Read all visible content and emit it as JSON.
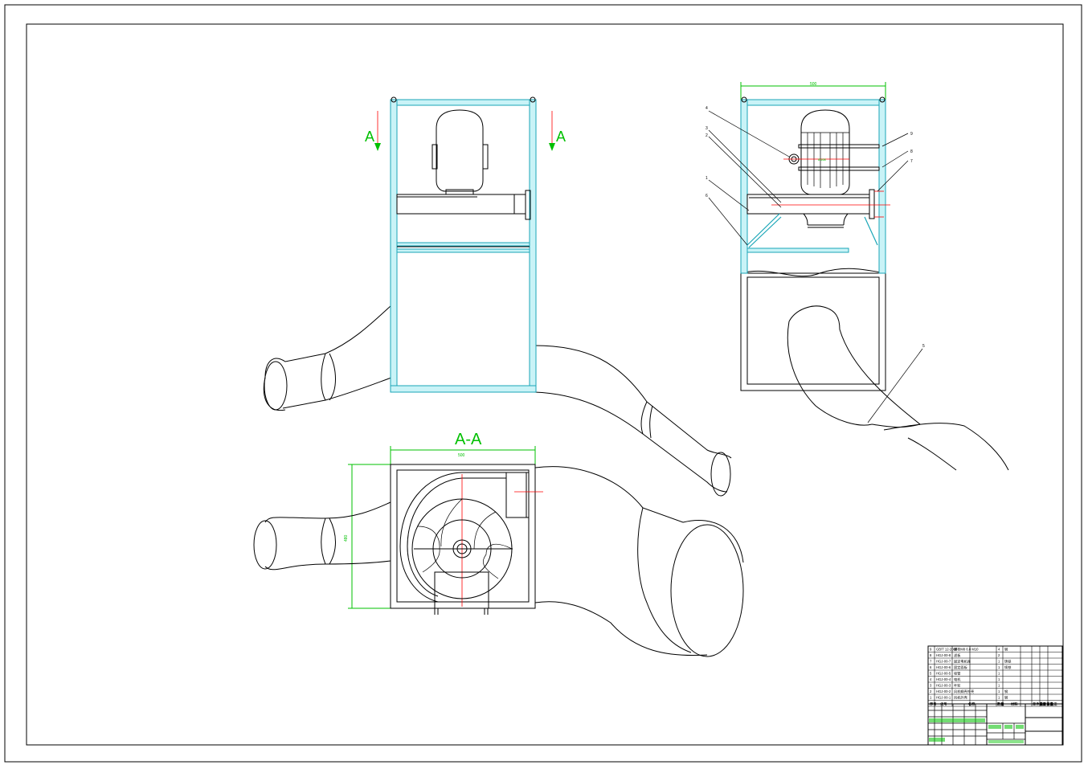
{
  "drawing": {
    "section_label": "A-A",
    "section_marker_left": "A",
    "section_marker_right": "A",
    "leader_numbers": [
      "4",
      "3",
      "2",
      "1",
      "6",
      "9",
      "8",
      "7",
      "5"
    ],
    "dim_top_right": "500",
    "dim_section_width": "500",
    "dim_section_height": "480"
  },
  "colors": {
    "casing_fill": "#c9f3f7",
    "casing_stroke": "#1aa6b7",
    "dimension": "#00c000",
    "centerline": "#ff0000"
  },
  "parts_list": {
    "header": [
      "序号",
      "代号",
      "名称",
      "数量",
      "材料",
      "单件重量",
      "总计重量",
      "备注"
    ],
    "rows": [
      {
        "no": "9",
        "code": "GB/T 12-2000",
        "name": "螺栓M8 6.8 M10",
        "qty": "4",
        "mat": "钢"
      },
      {
        "no": "8",
        "code": "HGJ-00-8",
        "name": "滤板",
        "qty": "2",
        "mat": ""
      },
      {
        "no": "7",
        "code": "HGJ-00-7",
        "name": "固定电机座",
        "qty": "1",
        "mat": "铸铁"
      },
      {
        "no": "6",
        "code": "HGJ-00-6",
        "name": "固定面板",
        "qty": "1",
        "mat": "铸铁"
      },
      {
        "no": "5",
        "code": "HGJ-00-5",
        "name": "吸管",
        "qty": "1",
        "mat": ""
      },
      {
        "no": "4",
        "code": "HGJ-00-4",
        "name": "电机",
        "qty": "1",
        "mat": ""
      },
      {
        "no": "3",
        "code": "HGJ-00-3",
        "name": "叶轮",
        "qty": "1",
        "mat": ""
      },
      {
        "no": "2",
        "code": "HGJ-00-2",
        "name": "风机蜗壳外壳",
        "qty": "1",
        "mat": "钢"
      },
      {
        "no": "1",
        "code": "HGJ-00-1",
        "name": "风机外壳",
        "qty": "1",
        "mat": "钢"
      }
    ]
  }
}
